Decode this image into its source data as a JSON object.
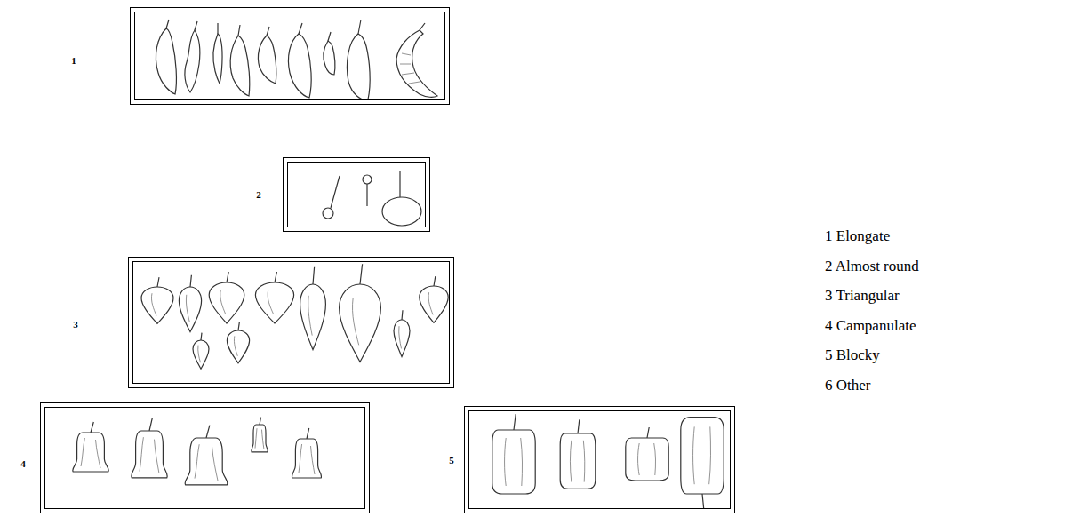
{
  "diagram": {
    "nodes": [
      {
        "text": [
          "1"
        ]
      },
      {
        "text": [
          "2"
        ]
      },
      {
        "text": [
          "3"
        ]
      },
      {
        "text": [
          "4"
        ]
      },
      {
        "text": [
          "5"
        ]
      }
    ],
    "labels": [
      "1 Elongate",
      "2 Almost round",
      "3 Triangular",
      "4 Campanulate",
      "5 Blocky",
      "6 Other"
    ]
  }
}
